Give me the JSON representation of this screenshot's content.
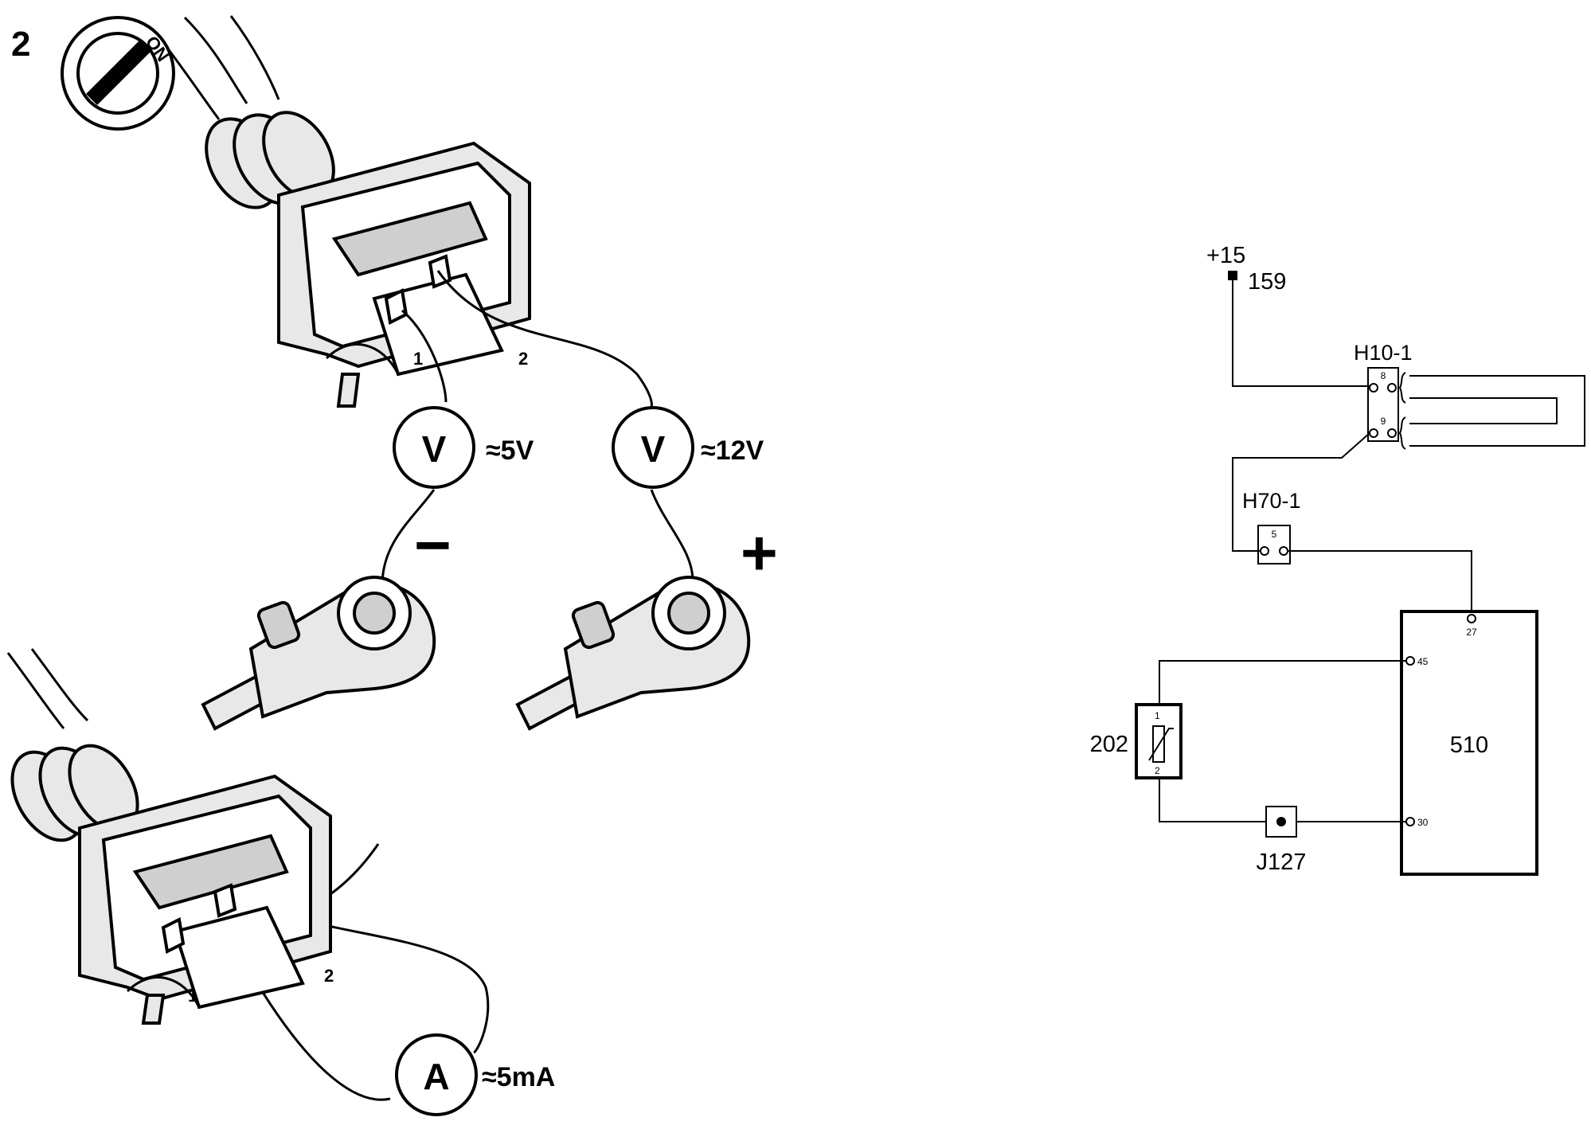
{
  "illustration": {
    "step_number": "2",
    "ignition_label": "ON",
    "top_connector": {
      "pin1": "1",
      "pin2": "2"
    },
    "voltmeter_left": {
      "symbol": "V",
      "reading": "≈5V"
    },
    "voltmeter_right": {
      "symbol": "V",
      "reading": "≈12V"
    },
    "negative_terminal": "−",
    "positive_terminal": "+",
    "bottom_connector": {
      "pin1": "1",
      "pin2": "2"
    },
    "ammeter": {
      "symbol": "A",
      "reading": "≈5mA"
    }
  },
  "schematic": {
    "supply_label": "+15",
    "supply_ref": "159",
    "connector_h10": {
      "label": "H10-1",
      "pin_a": "8",
      "pin_b": "9"
    },
    "connector_h70": {
      "label": "H70-1",
      "pin": "5"
    },
    "ecu": {
      "label": "510",
      "pin_27": "27",
      "pin_45": "45",
      "pin_30": "30"
    },
    "sensor": {
      "label": "202",
      "pin_1": "1",
      "pin_2": "2"
    },
    "ground": {
      "label": "J127"
    }
  },
  "colors": {
    "ink": "#000000",
    "paper": "#ffffff"
  }
}
